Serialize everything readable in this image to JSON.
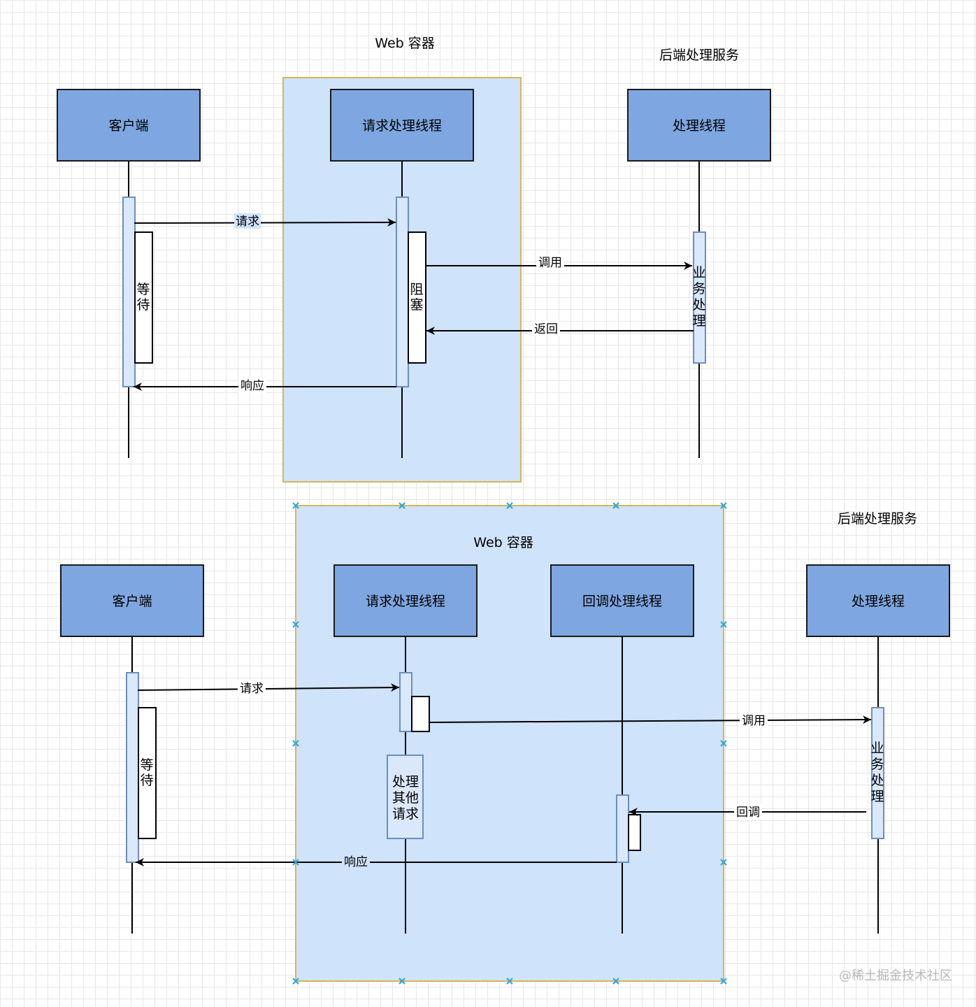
{
  "diagram1": {
    "container_label": "Web 容器",
    "backend_label": "后端处理服务",
    "participants": {
      "client": "客户端",
      "request_thread": "请求处理线程",
      "worker_thread": "处理线程"
    },
    "activations": {
      "client_wait": "等待",
      "request_block": "阻塞",
      "business_process": "业务处理"
    },
    "messages": {
      "request": "请求",
      "invoke": "调用",
      "return": "返回",
      "response": "响应"
    }
  },
  "diagram2": {
    "container_label": "Web 容器",
    "backend_label": "后端处理服务",
    "participants": {
      "client": "客户端",
      "request_thread": "请求处理线程",
      "callback_thread": "回调处理线程",
      "worker_thread": "处理线程"
    },
    "activations": {
      "client_wait": "等待",
      "handle_other": "处理其他请求",
      "business_process": "业务处理"
    },
    "messages": {
      "request": "请求",
      "invoke": "调用",
      "callback": "回调",
      "response": "响应"
    }
  },
  "watermark": "@稀土掘金技术社区",
  "colors": {
    "participant_fill": "#7ea6e0",
    "participant_stroke": "#1a1a1a",
    "container_fill": "#cfe3fb",
    "container_stroke": "#d6b656",
    "activation_fill": "#dae8fc",
    "activation_stroke": "#6c8ebf",
    "selection_marker": "#29a3e0"
  }
}
